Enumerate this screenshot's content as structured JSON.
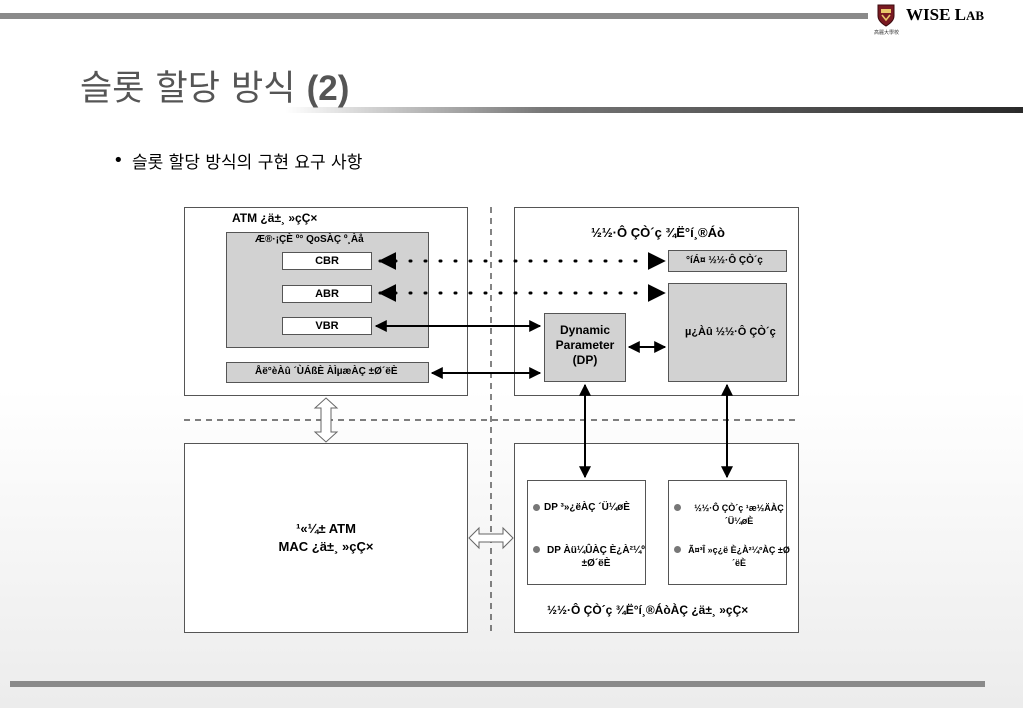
{
  "header": {
    "logo_text_main": "WISE L",
    "logo_text_small": "AB",
    "logo_subtext": "高麗大學校"
  },
  "title": {
    "korean": "슬롯 할당 방식",
    "number": "(2)"
  },
  "bullet": {
    "text": "슬롯 할당 방식의 구현 요구 사항"
  },
  "diagram": {
    "atm_box": {
      "title": "ATM ¿ä±¸ »çÇ×",
      "qos_title": "Æ®·¡ÇÈ º° QoSÀÇ º¸Àå",
      "classes": [
        "CBR",
        "ABR",
        "VBR"
      ],
      "bottom_label": "Åë°èÀû ´ÙÁßÈ­ ÀÌµæÀÇ ±Ø´ëÈ­"
    },
    "right_top": {
      "title": "½½·Ô ÇÒ´ç ¾Ë°í¸®Áò",
      "fixed_label": "°íÁ¤ ½½·Ô ÇÒ´ç",
      "dynamic_label": "µ¿Àû ½½·Ô ÇÒ´ç",
      "dp_label": "Dynamic\nParameter\n(DP)"
    },
    "left_bottom": {
      "line1": "¹«¼± ATM",
      "line2": "MAC ¿ä±¸ »çÇ×"
    },
    "right_bottom": {
      "box1_items": [
        "DP ³»¿ëÀÇ ´Ü¼øÈ­",
        "DP Àü¼ÛÀÇ È¿À²¼º ±Ø´ëÈ­"
      ],
      "box2_items": [
        "½½·Ô ÇÒ´ç ¹æ½ÄÀÇ ´Ü¼øÈ­",
        "Ã¤³Î »ç¿ë È¿À²¼ºÀÇ ±Ø´ëÈ­"
      ],
      "caption": "½½·Ô ÇÒ´ç ¾Ë°í¸®ÁòÀÇ ¿ä±¸ »çÇ×"
    }
  }
}
